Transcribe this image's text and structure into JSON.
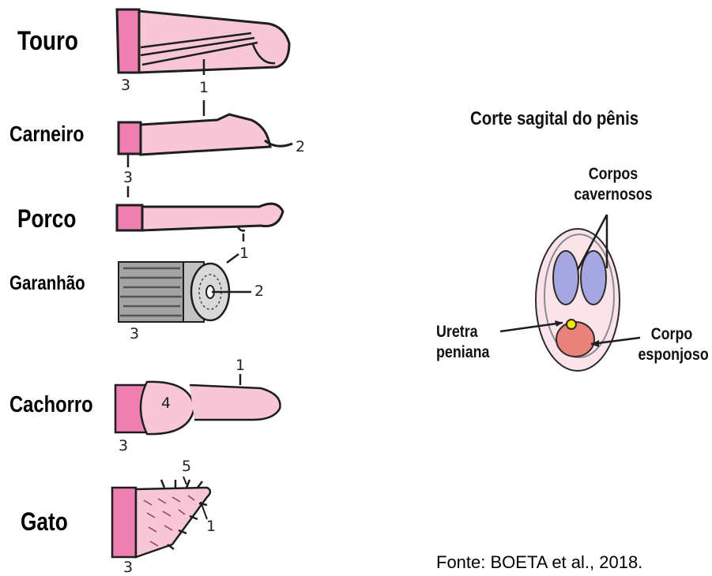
{
  "species": [
    {
      "id": "touro",
      "label": "Touro"
    },
    {
      "id": "carneiro",
      "label": "Carneiro"
    },
    {
      "id": "porco",
      "label": "Porco"
    },
    {
      "id": "garanhao",
      "label": "Garanhão"
    },
    {
      "id": "cachorro",
      "label": "Cachorro"
    },
    {
      "id": "gato",
      "label": "Gato"
    }
  ],
  "numbers": {
    "touro_3": "3",
    "touro_1": "1",
    "carneiro_2": "2",
    "carneiro_3": "3",
    "porco_1": "1",
    "garanhao_2": "2",
    "garanhao_3": "3",
    "cachorro_1": "1",
    "cachorro_4": "4",
    "cachorro_3": "3",
    "gato_5": "5",
    "gato_1": "1",
    "gato_3": "3"
  },
  "section": {
    "title": "Corte sagital do pênis",
    "corpos_cavernosos": [
      "Corpos",
      "cavernosos"
    ],
    "uretra": [
      "Uretra",
      "peniana"
    ],
    "corpo_esponjoso": [
      "Corpo",
      "esponjoso"
    ]
  },
  "source": "Fonte: BOETA et al., 2018.",
  "colors": {
    "pink": "#f7c7d7",
    "magenta": "#ef7fb0",
    "outline": "#1e1e1e",
    "cavernoso": "#a6a6e0",
    "esponjoso": "#e8837c",
    "urethra": "#f5e400",
    "outer": "#fbe3ea",
    "gray": "#a3a3a3"
  }
}
